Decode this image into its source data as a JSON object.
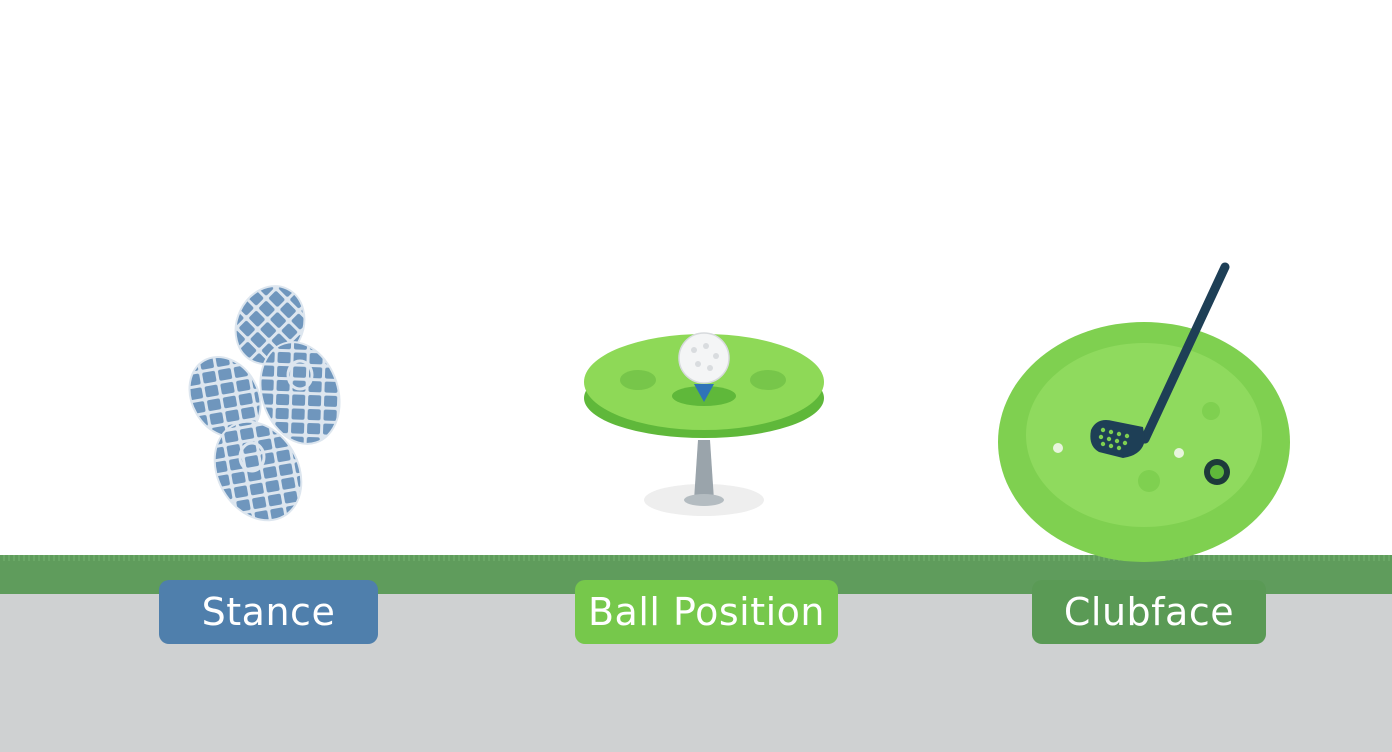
{
  "labels": {
    "stance": "Stance",
    "ball_position": "Ball Position",
    "clubface": "Clubface"
  },
  "colors": {
    "stance": "#4f7fac",
    "ball_position": "#76c84b",
    "clubface": "#5a9a55",
    "grass": "#5f9c5c",
    "ground": "#cfd1d2"
  },
  "icons": [
    "footprints-icon",
    "golf-ball-on-tee-icon",
    "golf-club-on-green-icon"
  ]
}
